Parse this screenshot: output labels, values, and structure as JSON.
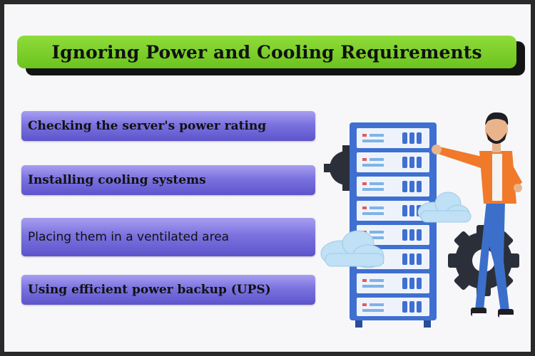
{
  "title": "Ignoring Power and Cooling Requirements",
  "items": [
    {
      "label": "Checking the server's power rating"
    },
    {
      "label": "Installing cooling systems"
    },
    {
      "label": "Placing them in a ventilated area"
    },
    {
      "label": "Using efficient power backup (UPS)"
    }
  ],
  "illustration": {
    "server_rack": "server-rack-icon",
    "person": "man-leaning-on-rack",
    "clouds": "cloud-icon",
    "gears": "gear-icon"
  },
  "colors": {
    "title_bar": "#7ccf2a",
    "item_gradient_top": "#a79ff0",
    "item_gradient_bottom": "#5d54cc",
    "rack_blue": "#3f6fd1",
    "background": "#f7f7f9",
    "border": "#2a2a2a"
  }
}
